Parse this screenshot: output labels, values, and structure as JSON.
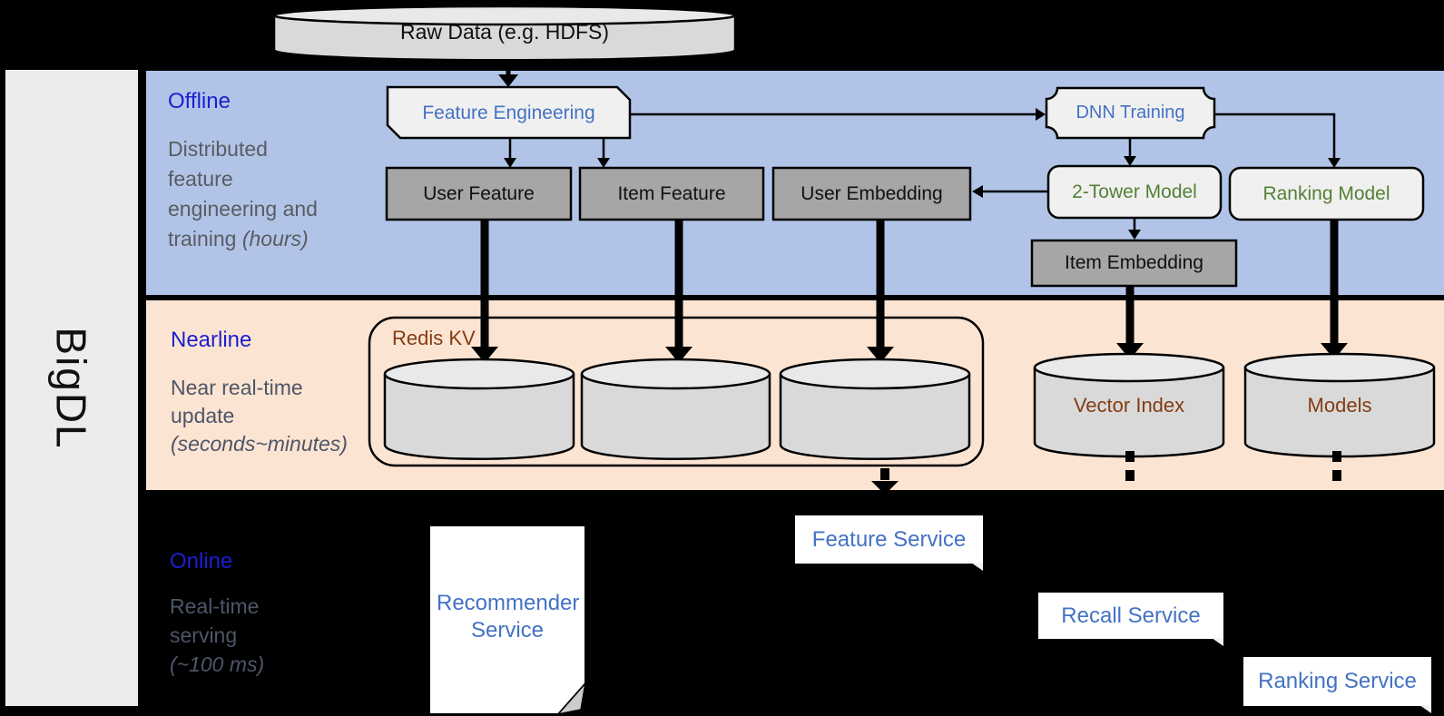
{
  "brand": "BigDL",
  "source_db": {
    "label": "Raw Data (e.g. HDFS)"
  },
  "lanes": [
    {
      "id": "offline",
      "title": "Offline",
      "subtitle_lines": [
        "Distributed",
        "feature",
        "engineering and",
        "training"
      ],
      "subtitle_italic": "(hours)"
    },
    {
      "id": "nearline",
      "title": "Nearline",
      "subtitle_lines": [
        "Near real-time",
        "update"
      ],
      "subtitle_italic": "(seconds~minutes)"
    },
    {
      "id": "online",
      "title": "Online",
      "subtitle_lines": [
        "Real-time",
        "serving"
      ],
      "subtitle_italic": "(~100 ms)"
    }
  ],
  "offline": {
    "feature_engineering": "Feature Engineering",
    "dnn_training": "DNN Training",
    "user_feature": "User Feature",
    "item_feature": "Item Feature",
    "user_embedding": "User Embedding",
    "two_tower_model": "2-Tower Model",
    "ranking_model": "Ranking Model",
    "item_embedding": "Item Embedding"
  },
  "nearline": {
    "redis_kv": "Redis KV",
    "vector_index": "Vector Index",
    "models": "Models"
  },
  "online": {
    "recommender_service": "Recommender Service",
    "feature_service": "Feature Service",
    "recall_service": "Recall Service",
    "ranking_service": "Ranking Service"
  },
  "colors": {
    "lane_title_blue": "#1b1fd1",
    "accent_blue": "#4472c4",
    "model_green": "#538135",
    "store_brown": "#843c12",
    "offline_band": "#b1c4e8",
    "nearline_band": "#fce4d2",
    "gray_box": "#a6a6a6",
    "light_box": "#f0f0f0"
  }
}
